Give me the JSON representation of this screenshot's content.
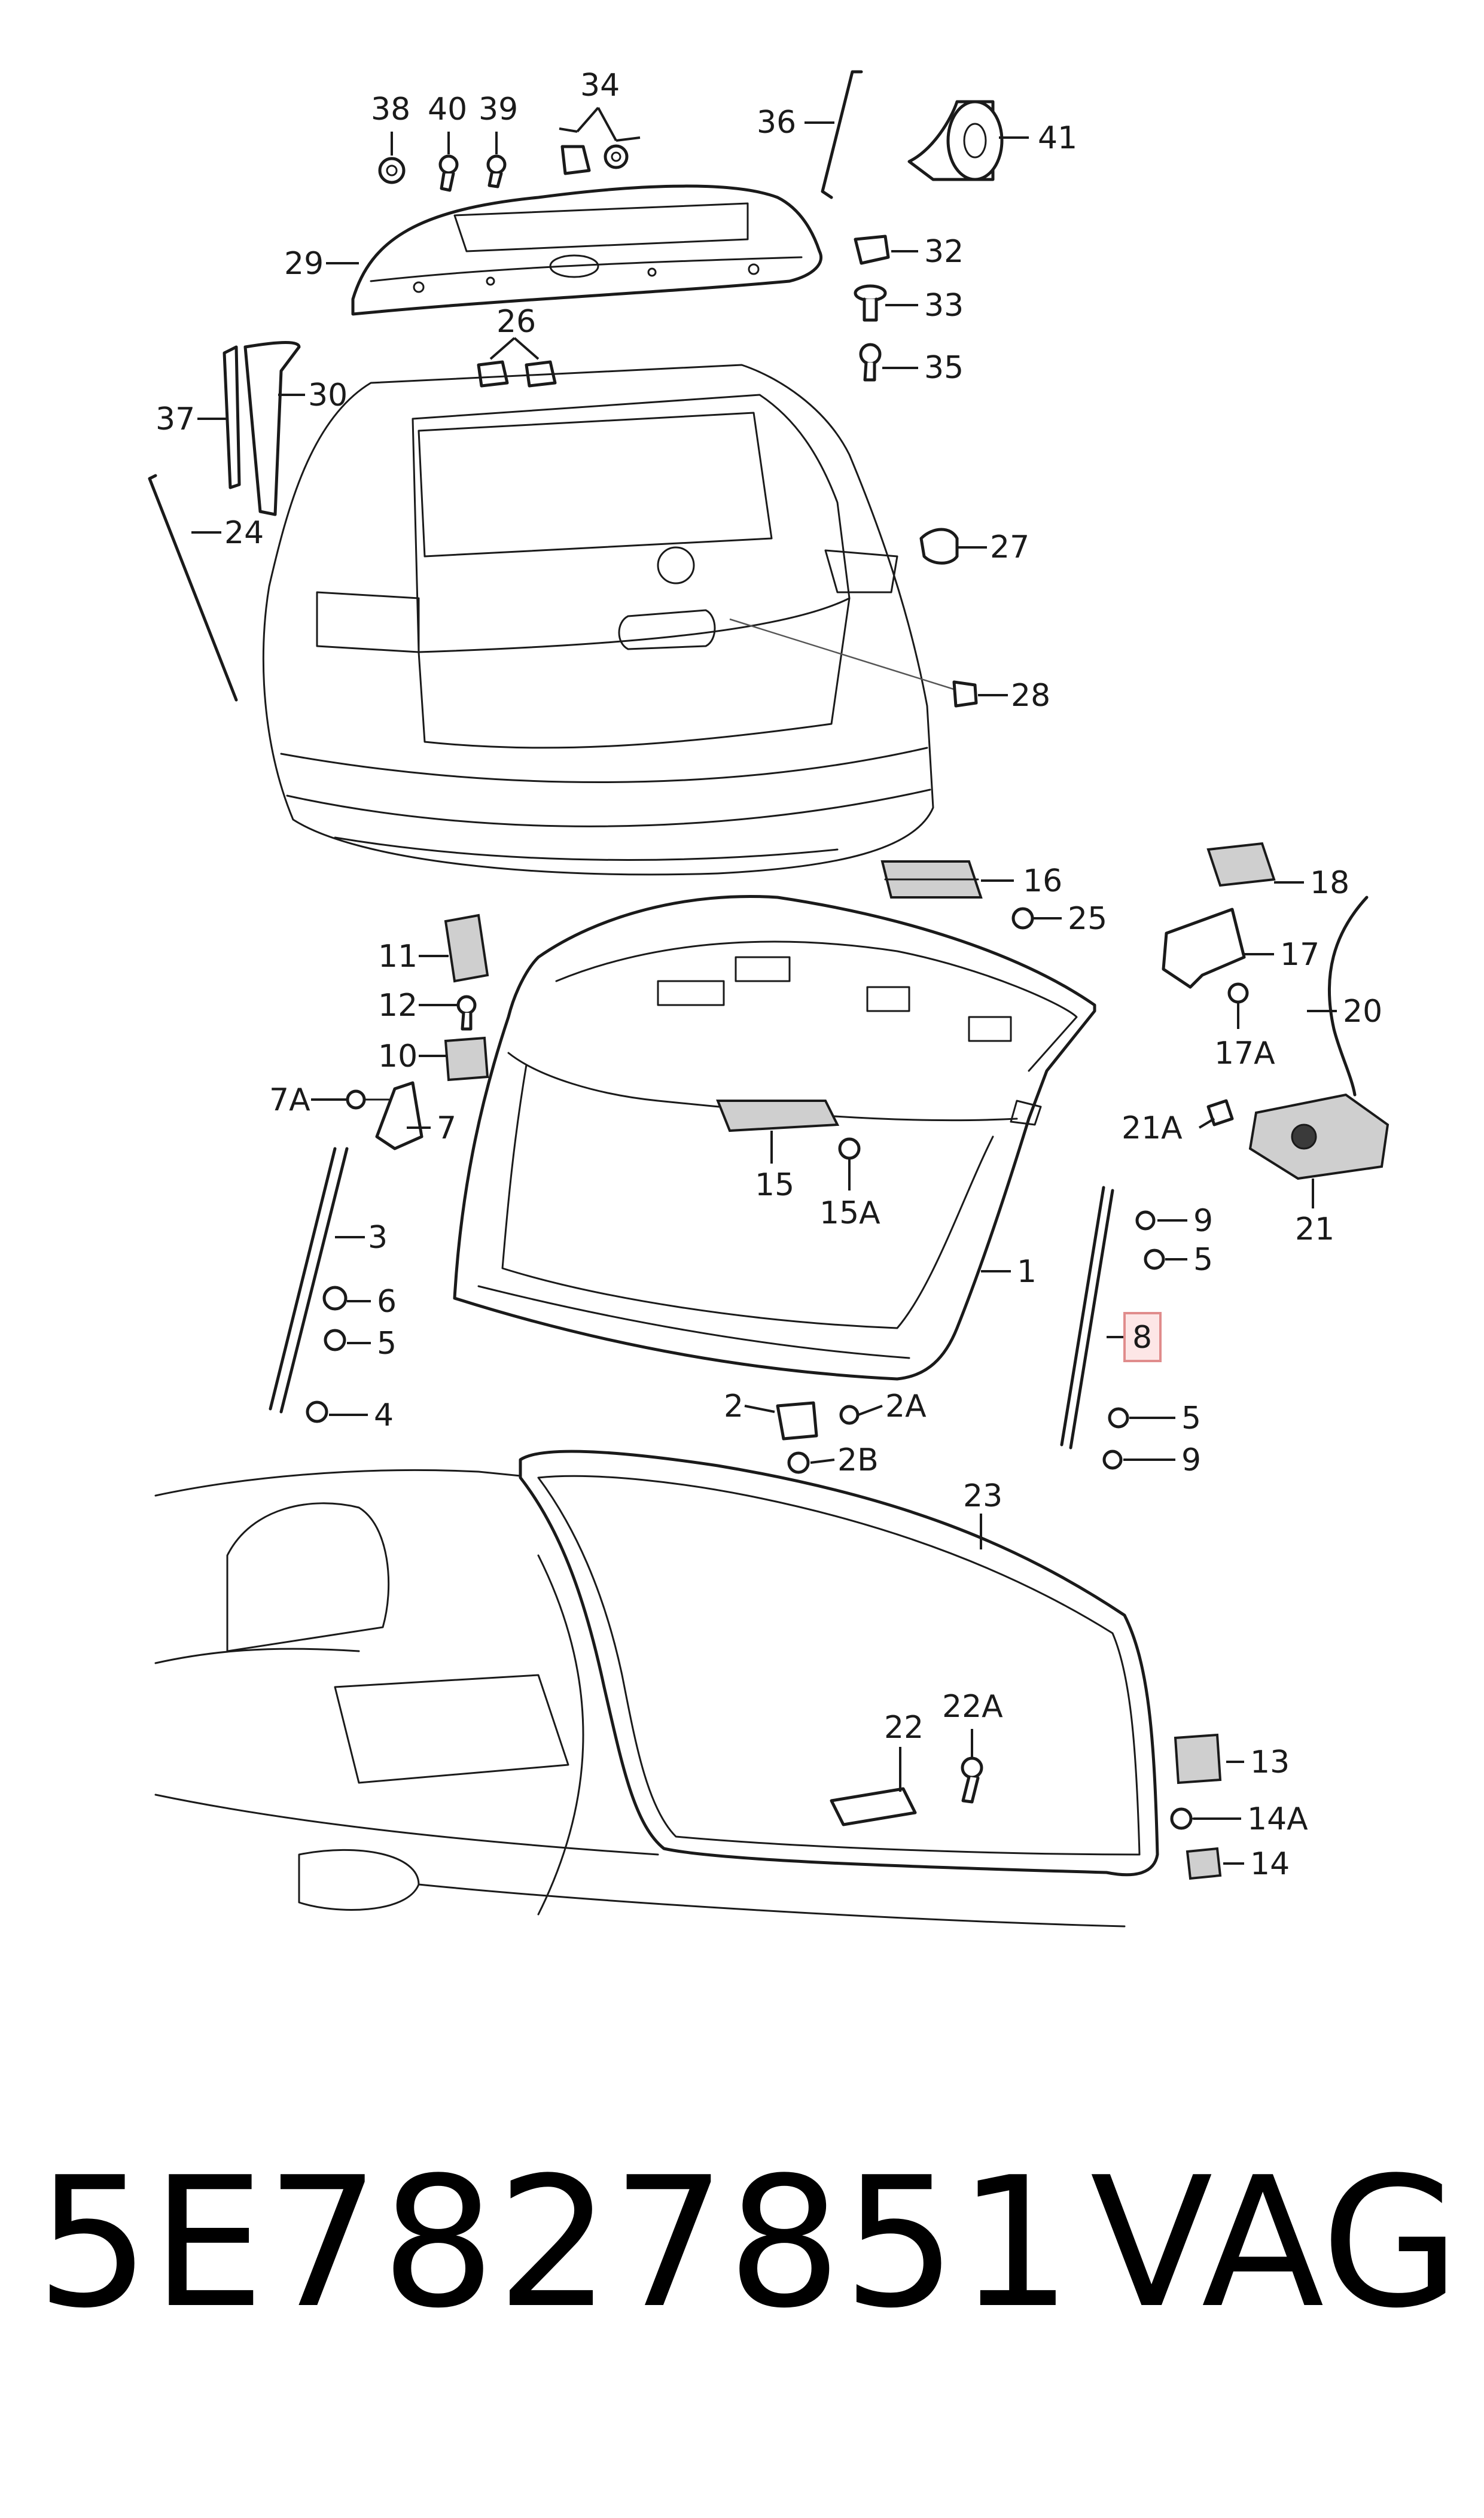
{
  "callouts": [
    "38",
    "40",
    "39",
    "34",
    "36",
    "41",
    "29",
    "32",
    "33",
    "35",
    "26",
    "37",
    "30",
    "24",
    "27",
    "28",
    "16",
    "25",
    "18",
    "11",
    "12",
    "17",
    "20",
    "10",
    "17A",
    "7A",
    "7",
    "21A",
    "15",
    "15A",
    "21",
    "3",
    "9",
    "5",
    "1",
    "6",
    "5",
    "8",
    "4",
    "2",
    "2A",
    "5",
    "2B",
    "9",
    "23",
    "22",
    "22A",
    "13",
    "14A",
    "14"
  ],
  "highlight_color": "#e08c8c",
  "footer": {
    "part_number": "5E7827851",
    "brand": "VAG"
  }
}
